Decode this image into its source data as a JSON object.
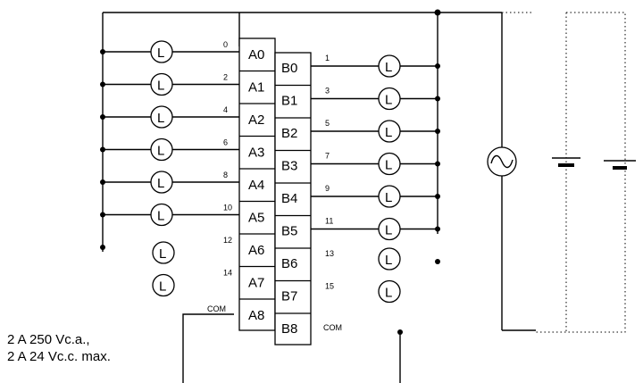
{
  "terminal_block": {
    "left_terminals": [
      "A0",
      "A1",
      "A2",
      "A3",
      "A4",
      "A5",
      "A6",
      "A7",
      "A8"
    ],
    "right_terminals": [
      "B0",
      "B1",
      "B2",
      "B3",
      "B4",
      "B5",
      "B6",
      "B7",
      "B8"
    ]
  },
  "wire_numbers_left": [
    "0",
    "2",
    "4",
    "6",
    "8",
    "10",
    "12",
    "14",
    "COM"
  ],
  "wire_numbers_right": [
    "1",
    "3",
    "5",
    "7",
    "9",
    "11",
    "13",
    "15",
    "COM"
  ],
  "lamp_symbol": "L",
  "rating_note": {
    "line1": "2 A  250 Vc.a.,",
    "line2": "2 A  24 Vc.c. max."
  }
}
